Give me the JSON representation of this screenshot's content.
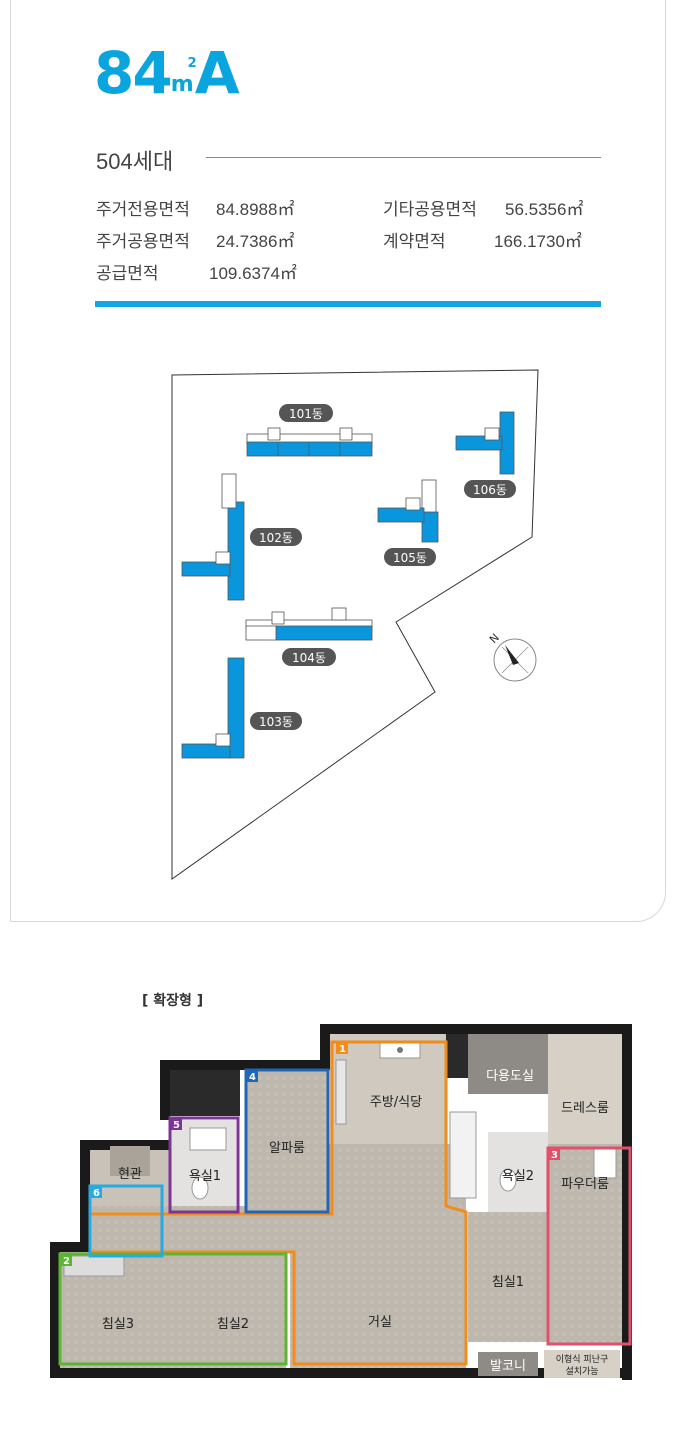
{
  "unit_type": {
    "number": "84",
    "unit": "m",
    "unit_sup": "2",
    "variant": "A"
  },
  "households": "504세대",
  "areas": {
    "exclusive_label": "주거전용면적",
    "exclusive_value": "84.8988㎡",
    "other_common_label": "기타공용면적",
    "other_common_value": "56.5356㎡",
    "residential_common_label": "주거공용면적",
    "residential_common_value": "24.7386㎡",
    "contract_label": "계약면적",
    "contract_value": "166.1730㎡",
    "supply_label": "공급면적",
    "supply_value": "109.6374㎡"
  },
  "site_plan": {
    "buildings": [
      "101동",
      "102동",
      "103동",
      "104동",
      "105동",
      "106동"
    ],
    "compass": "N",
    "highlight_color": "#0a96dc"
  },
  "floor_plan": {
    "caption": "[ 확장형 ]",
    "rooms": {
      "kitchen": "주방/식당",
      "utility": "다용도실",
      "dress": "드레스룸",
      "alpha": "알파룸",
      "bath1": "욕실1",
      "bath2": "욕실2",
      "powder": "파우더룸",
      "entrance": "현관",
      "bed1": "침실1",
      "bed2": "침실2",
      "bed3": "침실3",
      "living": "거실",
      "balcony": "발코니",
      "evac_line1": "이형식 피난구",
      "evac_line2": "설치가능"
    },
    "zones": [
      {
        "num": "1",
        "color": "#f28c1a"
      },
      {
        "num": "2",
        "color": "#5cb531"
      },
      {
        "num": "3",
        "color": "#e0506a"
      },
      {
        "num": "4",
        "color": "#2166b5"
      },
      {
        "num": "5",
        "color": "#7d3595"
      },
      {
        "num": "6",
        "color": "#29a9e1"
      }
    ]
  }
}
